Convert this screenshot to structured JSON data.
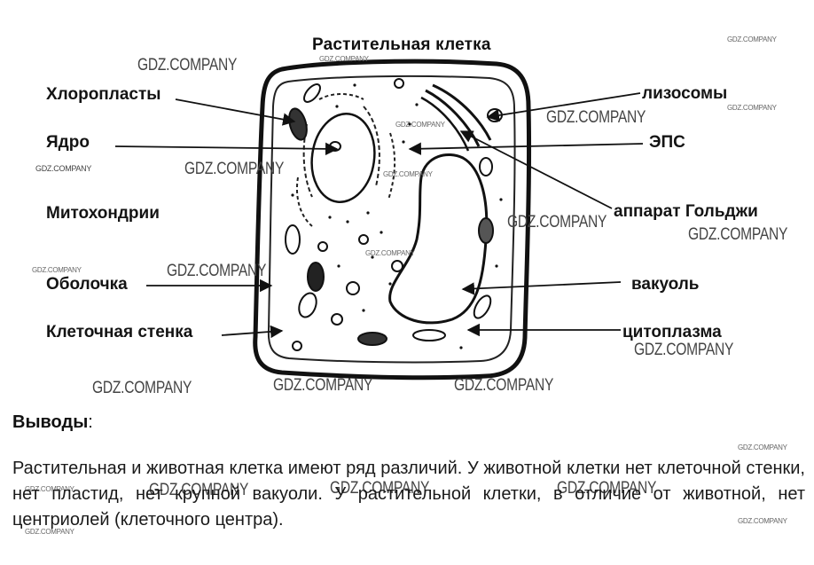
{
  "figure": {
    "title": "Растительная клетка",
    "labels_left": {
      "chloroplasts": "Хлоропласты",
      "nucleus": "Ядро",
      "mitochondria": "Митохондрии",
      "membrane": "Оболочка",
      "cell_wall": "Клеточная стенка"
    },
    "labels_right": {
      "lysosomes": "лизосомы",
      "er": "ЭПС",
      "golgi": "аппарат Гольджи",
      "vacuole": "вакуоль",
      "cytoplasm": "цитоплазма"
    }
  },
  "watermark": "GDZ.COMPANY",
  "conclusion": {
    "title": "Выводы",
    "colon": ":",
    "text": "Растительная и животная клетка имеют ряд различий. У животной клетки нет клеточной стенки, нет пластид, нет крупной вакуоли. У растительной клетки, в отличие от животной, нет центриолей (клеточного центра)."
  }
}
